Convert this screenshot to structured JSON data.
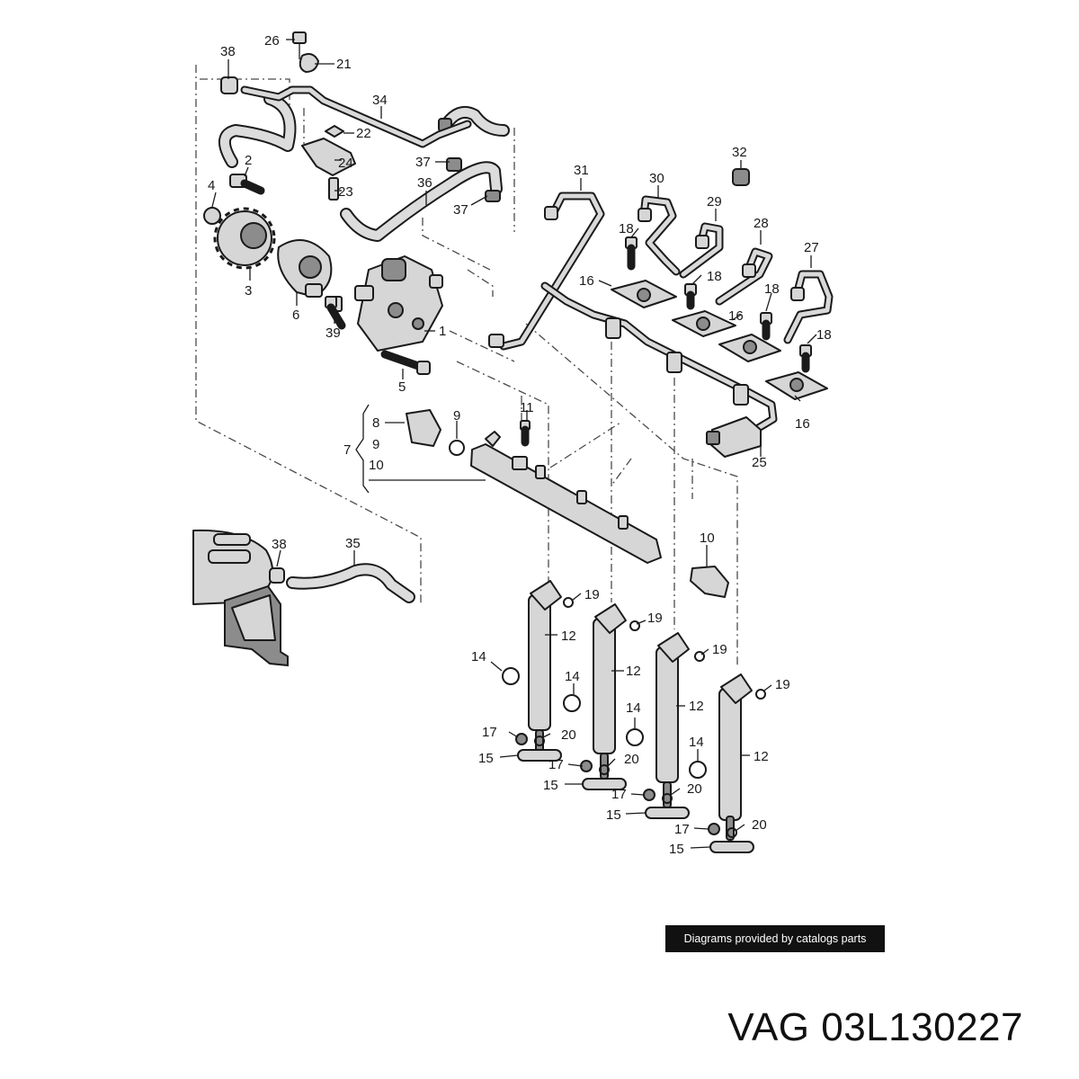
{
  "caption": {
    "credit": "Diagrams provided by catalogs parts",
    "part_number": "VAG 03L130227"
  },
  "callouts": {
    "c1": "1",
    "c2": "2",
    "c3": "3",
    "c4": "4",
    "c5": "5",
    "c6": "6",
    "c7": "7",
    "c8": "8",
    "c9a": "9",
    "c9b": "9",
    "c10a": "10",
    "c10b": "10",
    "c11": "11",
    "c12a": "12",
    "c12b": "12",
    "c12c": "12",
    "c12d": "12",
    "c14a": "14",
    "c14b": "14",
    "c14c": "14",
    "c14d": "14",
    "c15a": "15",
    "c15b": "15",
    "c15c": "15",
    "c15d": "15",
    "c16a": "16",
    "c16b": "16",
    "c16c": "16",
    "c17a": "17",
    "c17b": "17",
    "c17c": "17",
    "c17d": "17",
    "c18a": "18",
    "c18b": "18",
    "c18c": "18",
    "c18d": "18",
    "c19a": "19",
    "c19b": "19",
    "c19c": "19",
    "c19d": "19",
    "c20a": "20",
    "c20b": "20",
    "c20c": "20",
    "c20d": "20",
    "c21": "21",
    "c22": "22",
    "c23": "23",
    "c24": "24",
    "c25": "25",
    "c26": "26",
    "c27": "27",
    "c28": "28",
    "c29": "29",
    "c30": "30",
    "c31": "31",
    "c32": "32",
    "c34": "34",
    "c35": "35",
    "c36": "36",
    "c37a": "37",
    "c37b": "37",
    "c38a": "38",
    "c38b": "38",
    "c39": "39"
  }
}
